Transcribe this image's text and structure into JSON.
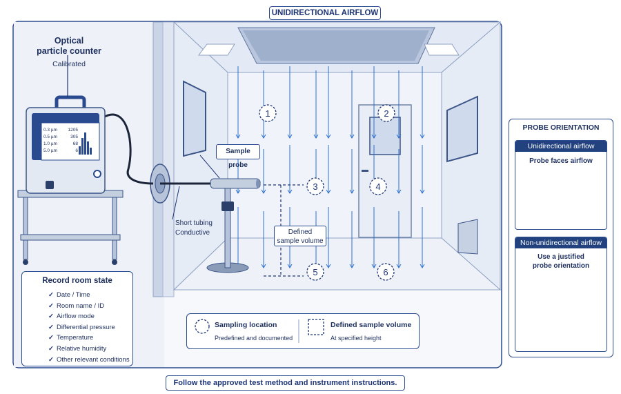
{
  "header": {
    "title": "UNIDIRECTIONAL AIRFLOW"
  },
  "counter": {
    "title_line1": "Optical",
    "title_line2": "particle counter",
    "subtitle": "Calibrated",
    "screen_rows": [
      {
        "size": "0.3 µm",
        "count": "1205"
      },
      {
        "size": "0.5 µm",
        "count": "305"
      },
      {
        "size": "1.0 µm",
        "count": "68"
      },
      {
        "size": "5.0 µm",
        "count": "6"
      }
    ]
  },
  "labels": {
    "sample_probe": "Sample probe",
    "tubing_line1": "Short tubing",
    "tubing_line2": "Conductive",
    "volume_line1": "Defined",
    "volume_line2": "sample volume"
  },
  "locations": [
    "1",
    "2",
    "3",
    "4",
    "5",
    "6"
  ],
  "record": {
    "title": "Record room state",
    "items": [
      "Date / Time",
      "Room name / ID",
      "Airflow mode",
      "Differential pressure",
      "Temperature",
      "Relative humidity",
      "Other relevant conditions"
    ]
  },
  "legend": {
    "location_title": "Sampling location",
    "location_sub": "Predefined and documented",
    "volume_title": "Defined sample volume",
    "volume_sub": "At specified height"
  },
  "orientation": {
    "title": "PROBE ORIENTATION",
    "uni_header": "Unidirectional airflow",
    "uni_text": "Probe faces airflow",
    "non_header": "Non-unidirectional airflow",
    "non_text_line1": "Use a justified",
    "non_text_line2": "probe orientation"
  },
  "footer": {
    "text": "Follow the approved test method and instrument instructions."
  },
  "colors": {
    "navy": "#1c3474",
    "accent": "#2a6fd0",
    "wall": "#eef3fa"
  }
}
